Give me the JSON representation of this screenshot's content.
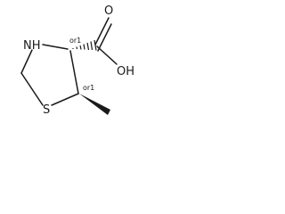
{
  "molecule": {
    "atoms": {
      "nitrogen": "NH",
      "sulfur": "S",
      "hydroxyl": "OH",
      "carbonyl_oxygen": "O"
    },
    "stereo_labels": {
      "c4": "or1",
      "c5": "or1"
    }
  }
}
